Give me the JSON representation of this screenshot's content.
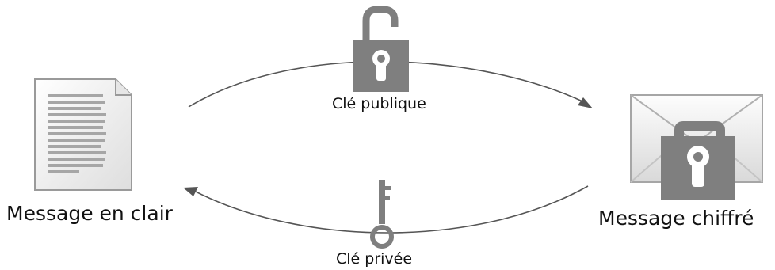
{
  "labels": {
    "plain_message": "Message en clair",
    "encrypted_message": "Message chiffré",
    "public_key": "Clé publique",
    "private_key": "Clé privée"
  },
  "icons": {
    "plain_message": "document-icon",
    "encrypted_message": "locked-envelope-icon",
    "public_key": "open-padlock-icon",
    "private_key": "key-icon"
  },
  "colors": {
    "icon_gray": "#7f7f7f",
    "arrow_gray": "#555555",
    "text": "#111111"
  }
}
